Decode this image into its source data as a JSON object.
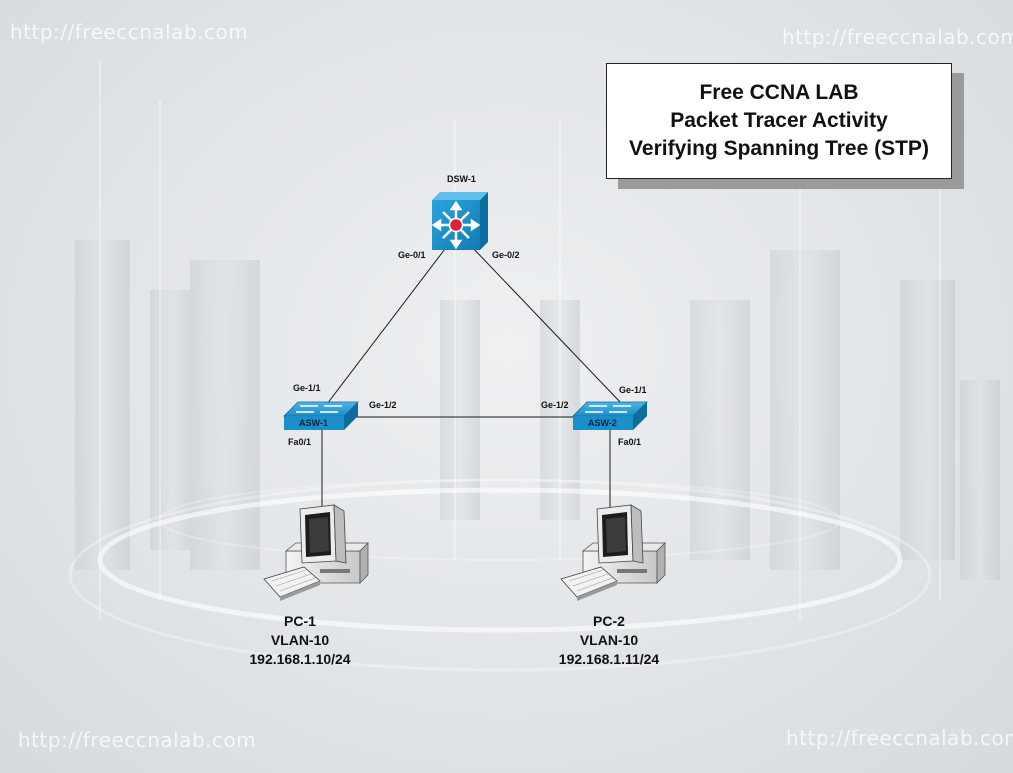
{
  "watermark": {
    "text": "http://freeccnalab.com"
  },
  "title": {
    "line1": "Free CCNA LAB",
    "line2": "Packet Tracer Activity",
    "line3": "Verifying Spanning Tree (STP)"
  },
  "devices": {
    "dsw1": {
      "name": "DSW-1",
      "type": "multilayer-switch"
    },
    "asw1": {
      "name": "ASW-1",
      "type": "switch"
    },
    "asw2": {
      "name": "ASW-2",
      "type": "switch"
    },
    "pc1": {
      "name": "PC-1",
      "vlan": "VLAN-10",
      "ip": "192.168.1.10/24"
    },
    "pc2": {
      "name": "PC-2",
      "vlan": "VLAN-10",
      "ip": "192.168.1.11/24"
    }
  },
  "ports": {
    "dsw1_asw1": "Ge-0/1",
    "dsw1_asw2": "Ge-0/2",
    "asw1_up": "Ge-1/1",
    "asw1_cross": "Ge-1/2",
    "asw1_pc": "Fa0/1",
    "asw2_up": "Ge-1/1",
    "asw2_cross": "Ge-1/2",
    "asw2_pc": "Fa0/1"
  },
  "colors": {
    "switch_blue": "#1b8fc9",
    "switch_dark": "#0d6e9e",
    "router_red": "#e0203a",
    "link": "#1a1a1a"
  }
}
